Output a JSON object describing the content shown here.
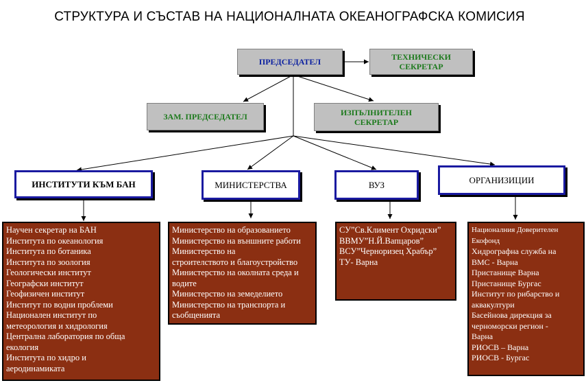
{
  "title": "СТРУКТУРА И СЪСТАВ НА НАЦИОНАЛНАТА ОКЕАНОГРАФСКА КОМИСИЯ",
  "top": {
    "chairman": "ПРЕДСЕДАТЕЛ",
    "tech_secretary": [
      "ТЕХНИЧЕСКИ",
      "СЕКРЕТАР"
    ],
    "deputy": "ЗАМ. ПРЕДСЕДАТЕЛ",
    "exec_secretary": [
      "ИЗПЪЛНИТЕЛЕН",
      "СЕКРЕТАР"
    ]
  },
  "groups": {
    "institutes": {
      "label": "ИНСТИТУТИ КЪМ БАН",
      "items": [
        "Научен секретар на БАН",
        "Института по океанология",
        "Института по ботаника",
        "Института по зоология",
        "Геологически институт",
        "Географски институт",
        "Геофизичен институт",
        "Институт по водни проблеми",
        "Национален институт по",
        "метеорология и хидрология",
        "Централна лаборатория по обща",
        "екология",
        "Института по хидро и",
        "аеродинамиката"
      ]
    },
    "ministries": {
      "label": "МИНИСТЕРСТВА",
      "items": [
        "Министерство на образованието",
        "Министерство на външните работи",
        "Министерство на",
        "строителството и благоустройство",
        "Министерство на околната среда и",
        "водите",
        "Министерство на земеделието",
        "Министерство на транспорта и",
        "съобщенията"
      ]
    },
    "universities": {
      "label": "ВУЗ",
      "items": [
        "СУ”Св.Климент Охридски”",
        "ВВМУ”Н.Й.Вапцаров”",
        "ВСУ”Черноризец Храбър”",
        "ТУ- Варна"
      ]
    },
    "organizations": {
      "label": "ОРГАНИЗИЦИИ",
      "items": [
        "Националния Доверителен",
        "Екофонд",
        "Хидрографна служба на",
        "ВМС - Варна",
        "Пристанище Варна",
        "Пристанище Бургас",
        "Институт по рибарство  и",
        "аквакултури",
        "Басейнова дирекция за",
        "черноморски регион -",
        "Варна",
        "РИОСВ – Варна",
        "РИОСВ - Бургас"
      ]
    }
  }
}
